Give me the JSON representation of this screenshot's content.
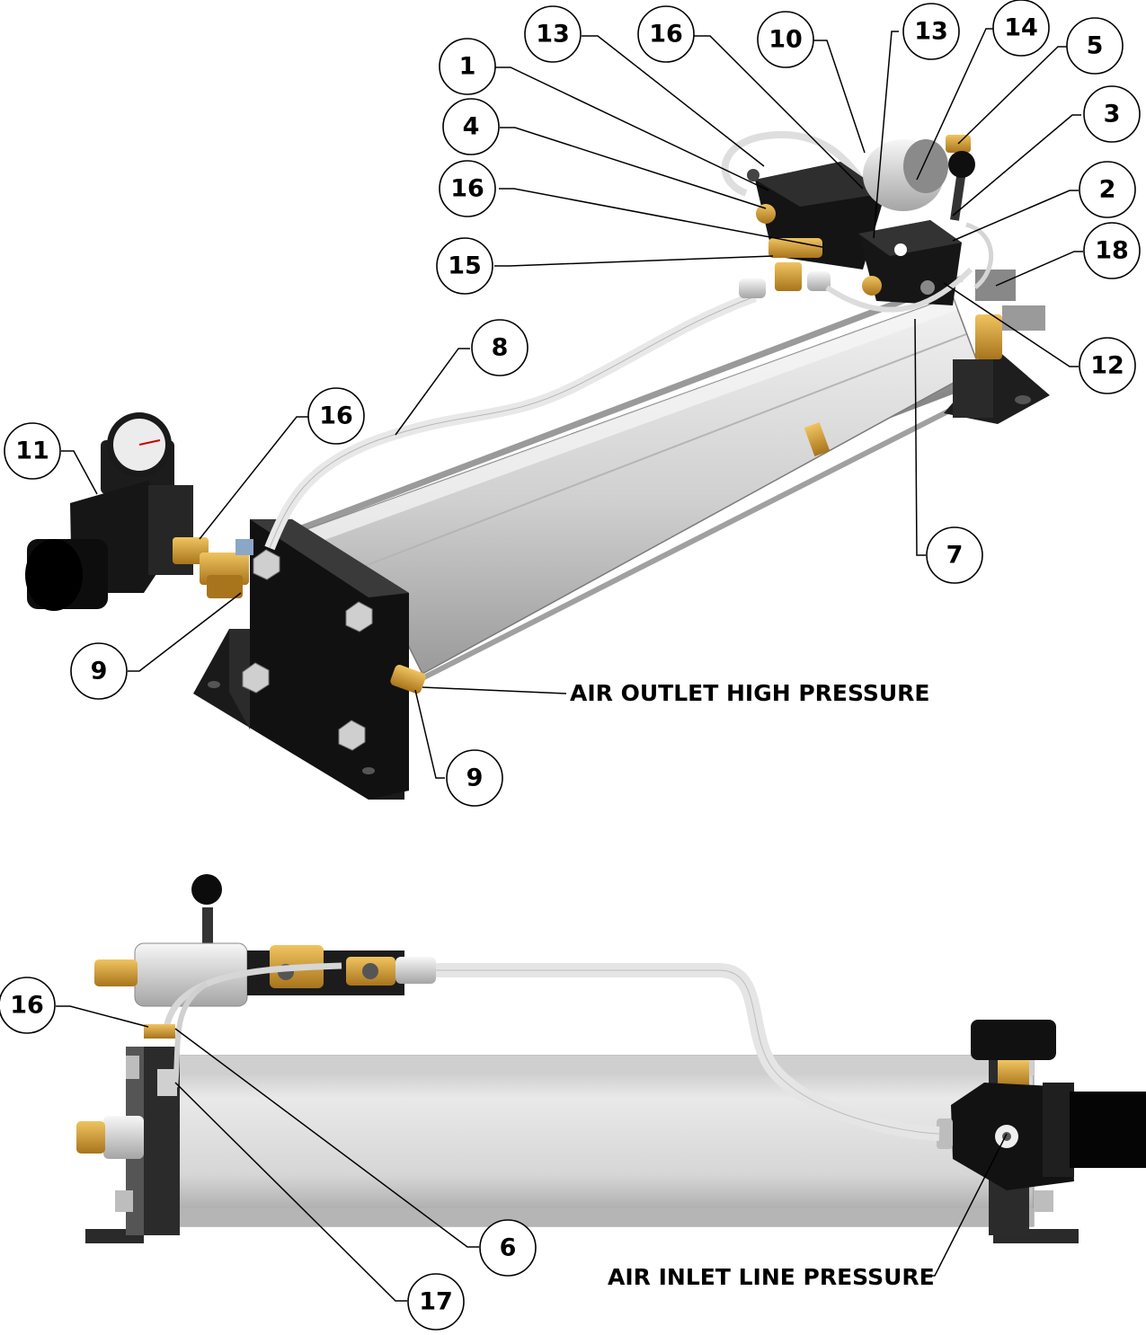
{
  "diagram": {
    "top_view": {
      "balloons": [
        {
          "id": "b-13a",
          "label": "13"
        },
        {
          "id": "b-16a",
          "label": "16"
        },
        {
          "id": "b-10",
          "label": "10"
        },
        {
          "id": "b-13b",
          "label": "13"
        },
        {
          "id": "b-14",
          "label": "14"
        },
        {
          "id": "b-5",
          "label": "5"
        },
        {
          "id": "b-1",
          "label": "1"
        },
        {
          "id": "b-3",
          "label": "3"
        },
        {
          "id": "b-4",
          "label": "4"
        },
        {
          "id": "b-2",
          "label": "2"
        },
        {
          "id": "b-16b",
          "label": "16"
        },
        {
          "id": "b-18",
          "label": "18"
        },
        {
          "id": "b-15",
          "label": "15"
        },
        {
          "id": "b-12",
          "label": "12"
        },
        {
          "id": "b-8",
          "label": "8"
        },
        {
          "id": "b-16c",
          "label": "16"
        },
        {
          "id": "b-11",
          "label": "11"
        },
        {
          "id": "b-7",
          "label": "7"
        },
        {
          "id": "b-9a",
          "label": "9"
        },
        {
          "id": "b-9b",
          "label": "9"
        }
      ],
      "outlet_label": "AIR OUTLET HIGH PRESSURE"
    },
    "bottom_view": {
      "balloons": [
        {
          "id": "b-16d",
          "label": "16"
        },
        {
          "id": "b-6",
          "label": "6"
        },
        {
          "id": "b-17",
          "label": "17"
        }
      ],
      "inlet_label": "AIR INLET LINE PRESSURE"
    },
    "colors": {
      "brass": "#c8962e",
      "black_body": "#1a1a1a",
      "cylinder": "#d9d9d9",
      "tube": "#ececec"
    }
  }
}
